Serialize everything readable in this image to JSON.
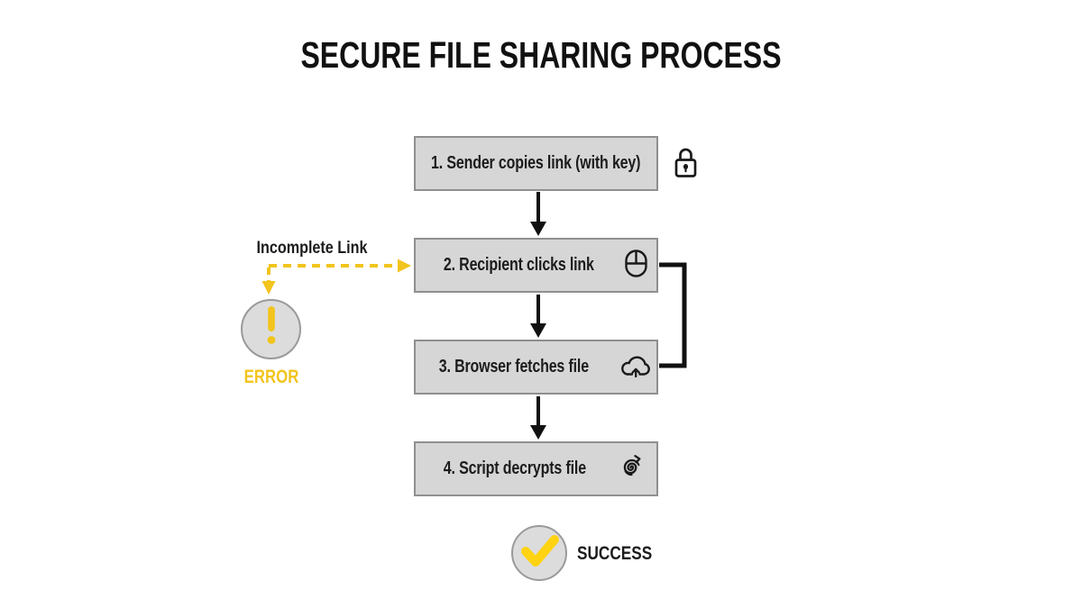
{
  "title": "SECURE FILE SHARING PROCESS",
  "flow": {
    "steps": [
      {
        "label": "1. Sender copies link (with key)",
        "icon": "lock-icon"
      },
      {
        "label": "2. Recipient clicks link",
        "icon": "mouse-icon"
      },
      {
        "label": "3. Browser fetches file",
        "icon": "cloud-upload-icon"
      },
      {
        "label": "4. Script decrypts file",
        "icon": "decrypt-spiral-icon"
      }
    ]
  },
  "error_branch": {
    "annotation": "Incomplete Link",
    "label": "ERROR",
    "icon": "exclamation-icon"
  },
  "success": {
    "label": "SUCCESS",
    "icon": "checkmark-icon"
  },
  "colors": {
    "accent_yellow": "#F2C41D",
    "check_yellow": "#FFD311",
    "box_fill": "#D6D6D6",
    "box_border": "#8F8F8F",
    "circle_fill": "#DCDCDC",
    "circle_border": "#9A9A9A",
    "line_black": "#111111",
    "background": "#FFFFFF"
  }
}
